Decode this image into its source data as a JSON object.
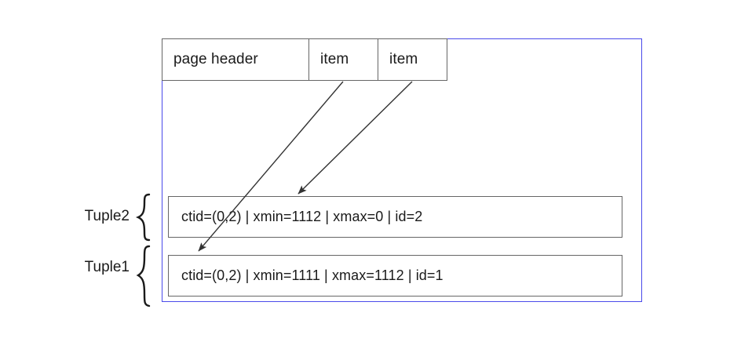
{
  "diagram": {
    "title": "PostgreSQL heap page tuple versions",
    "background_color": "#ffffff",
    "page_container": {
      "name": "page",
      "border_color": "#4a4aea"
    },
    "header_row": {
      "border_color": "#666666",
      "cells": [
        {
          "label": "page header"
        },
        {
          "label": "item"
        },
        {
          "label": "item"
        }
      ]
    },
    "tuples": [
      {
        "label": "Tuple2",
        "brace": "{",
        "text": "ctid=(0,2) | xmin=1112 | xmax=0 | id=2",
        "ctid": "(0,2)",
        "xmin": "1112",
        "xmax": "0",
        "id": "2"
      },
      {
        "label": "Tuple1",
        "brace": "{",
        "text": "ctid=(0,2) | xmin=1111 | xmax=1112 | id=1",
        "ctid": "(0,2)",
        "xmin": "1111",
        "xmax": "1112",
        "id": "1"
      }
    ],
    "arrows": [
      {
        "name": "item1-to-tuple1",
        "from": "item cell 1",
        "to": "Tuple1 row",
        "color": "#333333"
      },
      {
        "name": "item2-to-tuple2",
        "from": "item cell 2",
        "to": "Tuple2 row",
        "color": "#333333"
      }
    ]
  }
}
